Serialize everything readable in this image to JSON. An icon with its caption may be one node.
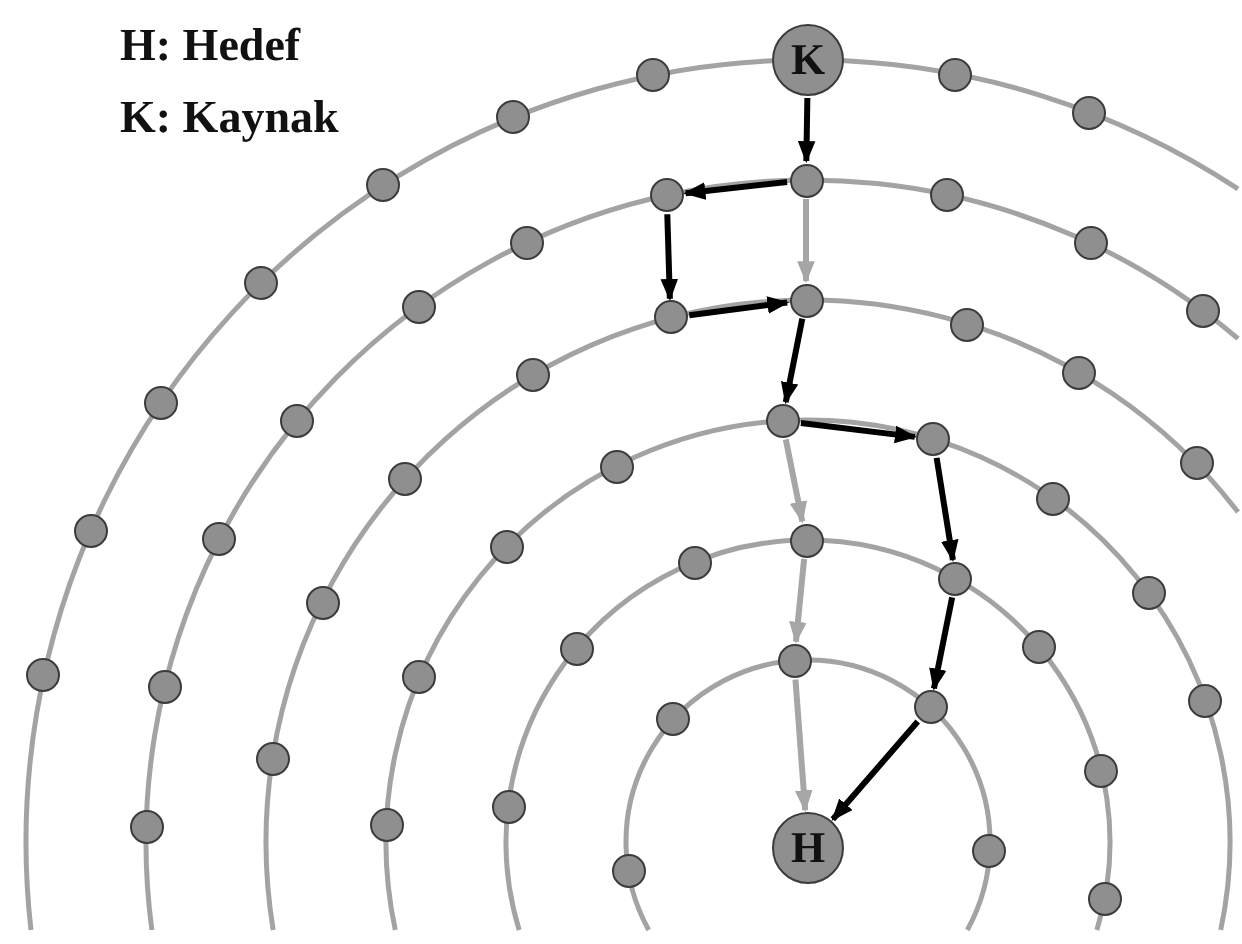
{
  "diagram": {
    "nodes": [
      {
        "text": [
          "K"
        ]
      },
      {
        "text": [],
        "shape": "circle"
      },
      {
        "text": [],
        "shape": "circle"
      },
      {
        "text": [],
        "shape": "circle"
      },
      {
        "text": [],
        "shape": "circle"
      },
      {
        "text": [],
        "shape": "circle"
      },
      {
        "text": [],
        "shape": "circle"
      },
      {
        "text": [],
        "shape": "circle"
      },
      {
        "text": [],
        "shape": "circle"
      },
      {
        "text": [],
        "shape": "circle"
      },
      {
        "text": [],
        "shape": "circle"
      },
      {
        "text": [],
        "shape": "circle"
      },
      {
        "text": [],
        "shape": "circle"
      },
      {
        "text": [],
        "shape": "circle"
      },
      {
        "text": [],
        "shape": "circle"
      },
      {
        "text": [],
        "shape": "circle"
      },
      {
        "text": [],
        "shape": "circle"
      },
      {
        "text": [],
        "shape": "circle"
      },
      {
        "text": [],
        "shape": "circle"
      },
      {
        "text": [],
        "shape": "circle"
      },
      {
        "text": [],
        "shape": "circle"
      },
      {
        "text": [],
        "shape": "circle"
      },
      {
        "text": [],
        "shape": "circle"
      },
      {
        "text": [],
        "shape": "circle"
      },
      {
        "text": [],
        "shape": "circle"
      },
      {
        "text": [],
        "shape": "circle"
      },
      {
        "text": [],
        "shape": "circle"
      },
      {
        "text": [],
        "shape": "circle"
      },
      {
        "text": [],
        "shape": "circle"
      },
      {
        "text": [],
        "shape": "circle"
      },
      {
        "text": [],
        "shape": "circle"
      },
      {
        "text": [],
        "shape": "circle"
      },
      {
        "text": [],
        "shape": "circle"
      },
      {
        "text": [],
        "shape": "circle"
      },
      {
        "text": [],
        "shape": "circle"
      },
      {
        "text": [],
        "shape": "circle"
      },
      {
        "text": [],
        "shape": "circle"
      },
      {
        "text": [],
        "shape": "circle"
      },
      {
        "text": [],
        "shape": "circle"
      },
      {
        "text": [],
        "shape": "circle"
      },
      {
        "text": [],
        "shape": "circle"
      },
      {
        "text": [],
        "shape": "circle"
      },
      {
        "text": [],
        "shape": "circle"
      },
      {
        "text": [],
        "shape": "circle"
      },
      {
        "text": [],
        "shape": "circle"
      },
      {
        "text": [],
        "shape": "circle"
      },
      {
        "text": [],
        "shape": "circle"
      },
      {
        "text": [],
        "shape": "circle"
      },
      {
        "text": [],
        "shape": "circle"
      },
      {
        "text": [
          "H"
        ]
      },
      {
        "text": [],
        "shape": "circle"
      },
      {
        "text": [],
        "shape": "circle"
      },
      {
        "text": [],
        "shape": "circle"
      }
    ],
    "edges": [
      {
        "from": 0,
        "to": 5,
        "arrow": "to"
      },
      {
        "from": 5,
        "to": 7,
        "arrow": "to"
      },
      {
        "from": 5,
        "to": 12,
        "arrow": "to",
        "color": "#a6a6a6"
      },
      {
        "from": 7,
        "to": 15,
        "arrow": "to"
      },
      {
        "from": 15,
        "to": 12,
        "arrow": "to"
      },
      {
        "from": 12,
        "to": 21,
        "arrow": "to"
      },
      {
        "from": 21,
        "to": 22,
        "arrow": "to"
      },
      {
        "from": 21,
        "to": 29,
        "arrow": "to",
        "color": "#a6a6a6"
      },
      {
        "from": 22,
        "to": 32,
        "arrow": "to"
      },
      {
        "from": 29,
        "to": 37,
        "arrow": "to",
        "color": "#a6a6a6"
      },
      {
        "from": 32,
        "to": 42,
        "arrow": "to"
      },
      {
        "from": 37,
        "to": 49,
        "arrow": "to",
        "color": "#a6a6a6"
      },
      {
        "from": 42,
        "to": 49,
        "arrow": "to"
      }
    ],
    "labels": [
      "H: Hedef",
      "K: Kaynak"
    ]
  }
}
